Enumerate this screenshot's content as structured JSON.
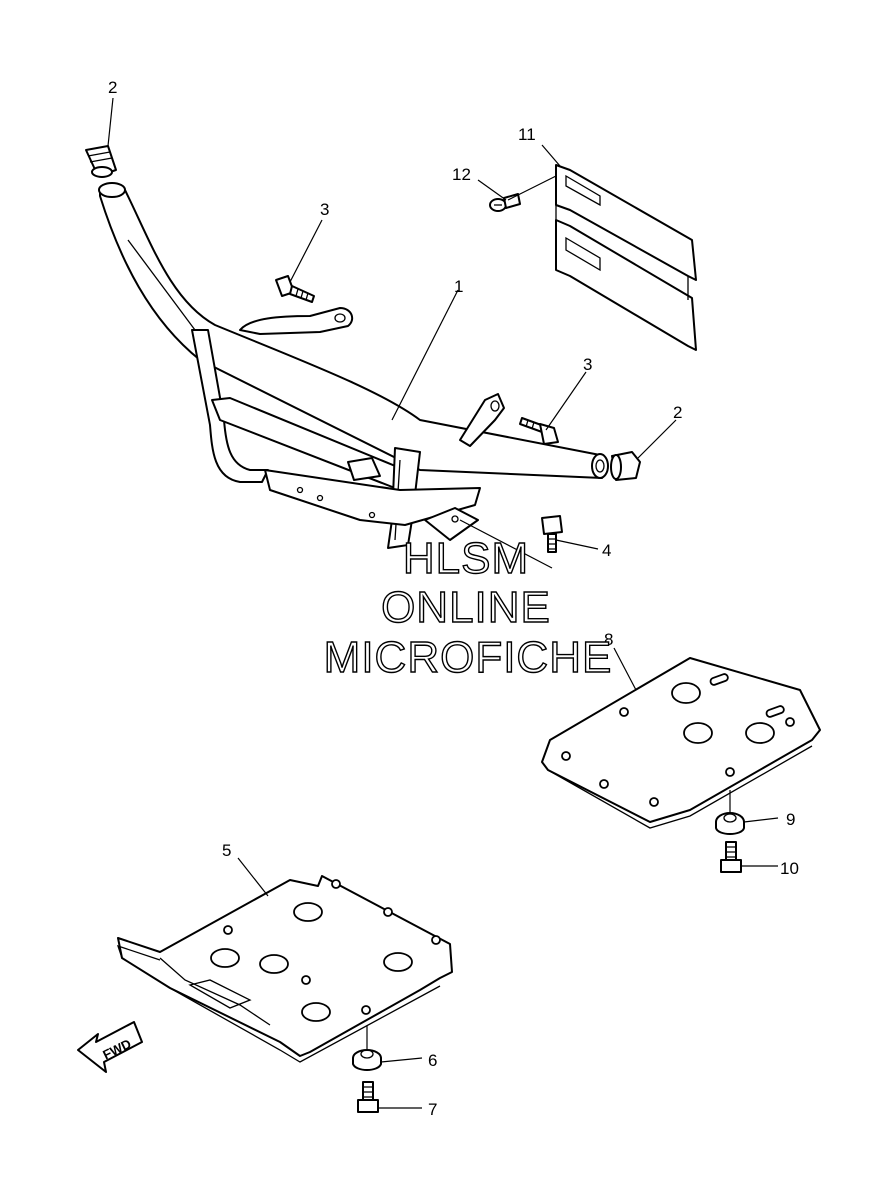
{
  "callouts": {
    "c1": "1",
    "c2a": "2",
    "c2b": "2",
    "c3a": "3",
    "c3b": "3",
    "c4": "4",
    "c5": "5",
    "c6": "6",
    "c7": "7",
    "c8": "8",
    "c9": "9",
    "c10": "10",
    "c11": "11",
    "c12": "12"
  },
  "fwd_label": "FWD",
  "watermark": {
    "line1": "HLSM",
    "line2": "ONLINE",
    "line3": "MICROFICHE"
  }
}
